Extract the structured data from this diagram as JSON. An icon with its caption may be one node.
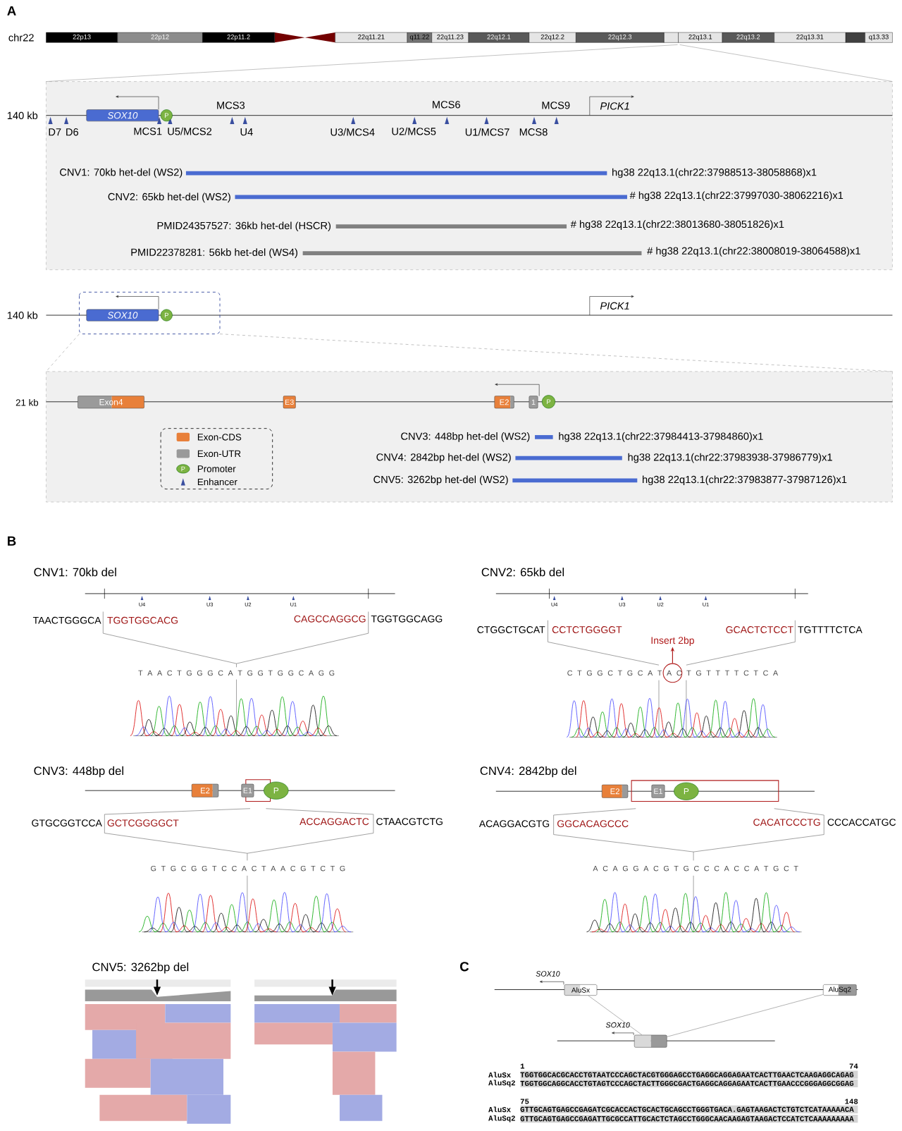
{
  "diagram": {
    "nodes": [
      {
        "text": [
          "22p13"
        ]
      },
      {
        "text": [
          "22p12"
        ]
      },
      {
        "text": [
          "22p11.2"
        ]
      },
      {
        "text": [
          "22q11.21"
        ]
      },
      {
        "text": [
          "q11.22"
        ]
      },
      {
        "text": [
          "22q11.23"
        ]
      },
      {
        "text": [
          "22q12.1"
        ]
      },
      {
        "text": [
          "22q12.2"
        ]
      },
      {
        "text": [
          "22q12.3"
        ]
      },
      {
        "text": [
          "22q13.1"
        ]
      },
      {
        "text": [
          "22q13.2"
        ]
      },
      {
        "text": [
          "22q13.31"
        ]
      },
      {
        "text": [
          "q13.33"
        ]
      },
      {
        "text": [
          "SOX10"
        ]
      },
      {
        "text": [
          "P"
        ]
      },
      {
        "text": [
          "SOX10"
        ]
      },
      {
        "text": [
          "P"
        ]
      },
      {
        "text": [
          "Exon4"
        ]
      },
      {
        "text": [
          "E3"
        ]
      },
      {
        "text": [
          "E2"
        ]
      },
      {
        "text": [
          "1"
        ]
      },
      {
        "text": [
          "P"
        ]
      },
      {
        "text": [
          "Insert 2bp"
        ]
      },
      {
        "text": [],
        "shape": "circle"
      },
      {
        "text": [
          "E2"
        ]
      },
      {
        "text": [
          "E1"
        ]
      },
      {
        "text": [
          "P"
        ]
      },
      {
        "text": [
          "E2"
        ]
      },
      {
        "text": [
          "E1"
        ]
      },
      {
        "text": [
          "P"
        ]
      },
      {
        "text": [
          "AluSx"
        ]
      },
      {
        "text": [
          "AluSq2"
        ]
      },
      {
        "text": [],
        "shape": "box"
      }
    ],
    "edges": [
      {
        "from": 23,
        "to": 22,
        "arrow": "to",
        "color": "#b01c1c"
      },
      {
        "from": 30,
        "to": 32,
        "arrow": "none"
      },
      {
        "from": 31,
        "to": 32,
        "arrow": "none"
      }
    ],
    "labels": [
      "A",
      "chr22",
      "140 kb",
      "MCS3",
      "MCS6",
      "MCS9",
      "PICK1",
      "D7",
      "D6",
      "MCS1",
      "U5/MCS2",
      "U4",
      "U3/MCS4",
      "U2/MCS5",
      "U1/MCS7",
      "MCS8",
      "CNV1: 70kb het-del (WS2)",
      "hg38 22q13.1(chr22:37988513-38058868)x1",
      "CNV2: 65kb het-del (WS2)",
      "# hg38 22q13.1(chr22:37997030-38062216)x1",
      "PMID24357527: 36kb het-del (HSCR)",
      "# hg38 22q13.1(chr22:38013680-38051826)x1",
      "PMID22378281: 56kb het-del (WS4)",
      "# hg38 22q13.1(chr22:38008019-38064588)x1",
      "140 kb",
      "PICK1",
      "21 kb",
      "P",
      "CNV3: 448bp het-del (WS2)",
      "hg38 22q13.1(chr22:37984413-37984860)x1",
      "CNV4: 2842bp het-del (WS2)",
      "hg38 22q13.1(chr22:37983938-37986779)x1",
      "CNV5: 3262bp het-del (WS2)",
      "hg38 22q13.1(chr22:37983877-37987126)x1",
      "B",
      "CNV1: 70kb del",
      "CNV2: 65kb del",
      "U4",
      "U3",
      "U2",
      "U1",
      "U4",
      "U3",
      "U2",
      "U1",
      "TAACTGGGCA",
      "TGGTGGCACG",
      "CAGCCAGGCG",
      "TGGTGGCAGG",
      "CTGGCTGCAT",
      "CCTCTGGGGT",
      "GCACTCTCCT",
      "TGTTTTCTCA",
      "T A A C T G G G C A T G G T G G C A G G",
      "C T G G C T G C A T A C T G T T T T C T C A",
      "CNV3: 448bp del",
      "CNV4: 2842bp del",
      "GTGCGGTCCA",
      "GCTCGGGGCT",
      "ACCAGGACTC",
      "CTAACGTCTG",
      "ACAGGACGTG",
      "GGCACAGCCC",
      "CACATCCCTG",
      "CCCACCATGC",
      "G T G C G G T C C A C T A A C G T C T G",
      "A C A G G A C G T G C C C A C C A T G C T",
      "CNV5: 3262bp del",
      "C",
      "SOX10",
      "SOX10",
      "1",
      "74",
      "AluSx",
      "TGGTGGCACGCACCTGTAATCCCAGCTACGTGGGAGCCTGAGGCAGGAGAATCACTTGAACTCAAGAGGCAGAG",
      "AluSq2",
      "TGGTGGCAGGCACCTGTAGTCCCAGCTACTTGGGCGACTGAGGCAGGAGAATCACTTGAACCCGGGAGGCGGAG",
      "75",
      "148",
      "AluSx",
      "GTTGCAGTGAGCCGAGATCGCACCACTGCACTGCAGCCTGGGTGACA.GAGTAAGACTCTGTCTCATAAAAACA",
      "AluSq2",
      "GTTGCAGTGAGCCGAGATTGCGCCATTGCACTCTAGCCTGGGCAACAAGAGTAAGACTCCATCTCAAAAAAAAA"
    ],
    "legend": [
      {
        "text": "Exon-CDS",
        "color": "#e8803a"
      },
      {
        "text": "Exon-UTR",
        "color": "#9a9a9a"
      },
      {
        "text": "Promoter"
      },
      {
        "text": "Enhancer"
      }
    ]
  }
}
